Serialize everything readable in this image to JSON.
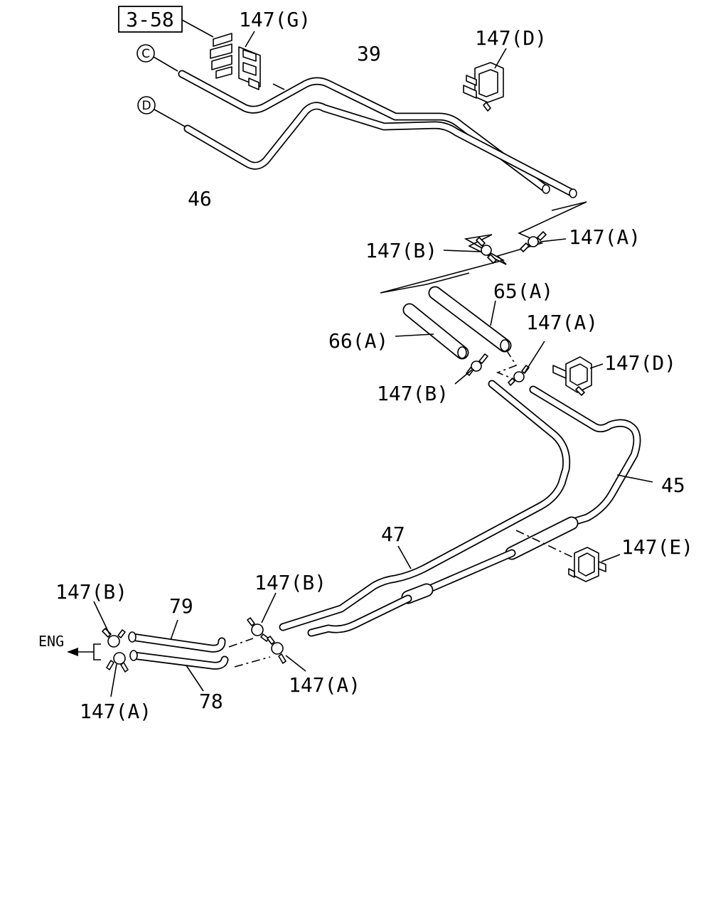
{
  "diagram": {
    "ref_box": "3-58",
    "circle_labels": [
      "C",
      "D"
    ],
    "direction_label": "ENG",
    "labels": [
      "147(G)",
      "39",
      "147(D)",
      "46",
      "147(B)",
      "147(A)",
      "65(A)",
      "66(A)",
      "147(A)",
      "147(D)",
      "147(B)",
      "45",
      "47",
      "147(E)",
      "147(B)",
      "79",
      "147(B)",
      "147(A)",
      "147(A)",
      "78"
    ]
  }
}
